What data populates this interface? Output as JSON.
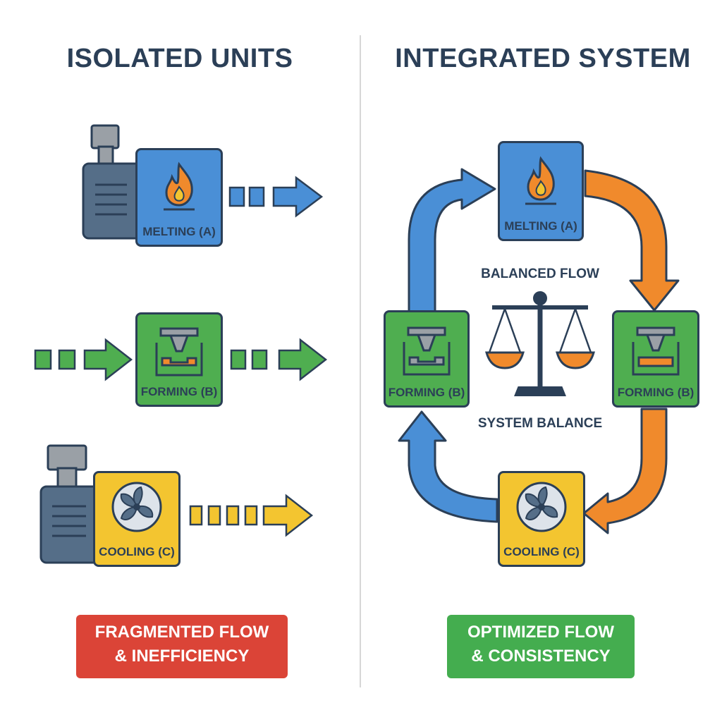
{
  "left_panel": {
    "title": "ISOLATED UNITS",
    "units": {
      "melting": "MELTING (A)",
      "forming": "FORMING (B)",
      "cooling": "COOLING (C)"
    },
    "footer_line1": "FRAGMENTED FLOW",
    "footer_line2": "& INEFFICIENCY"
  },
  "right_panel": {
    "title": "INTEGRATED SYSTEM",
    "units": {
      "melting": "MELTING (A)",
      "forming_left": "FORMING (B)",
      "forming_right": "FORMING (B)",
      "cooling": "COOLING (C)"
    },
    "center_top": "BALANCED FLOW",
    "center_bottom": "SYSTEM BALANCE",
    "footer_line1": "OPTIMIZED FLOW",
    "footer_line2": "& CONSISTENCY"
  },
  "colors": {
    "outline": "#2b3f57",
    "blue": "#4a8fd6",
    "green": "#4fae50",
    "yellow": "#f3c530",
    "orange": "#f08a2c",
    "red_badge": "#db4437",
    "green_badge": "#44ad4f"
  },
  "icons": [
    "flame-icon",
    "press-icon",
    "fan-icon",
    "scale-icon",
    "motor-icon"
  ]
}
